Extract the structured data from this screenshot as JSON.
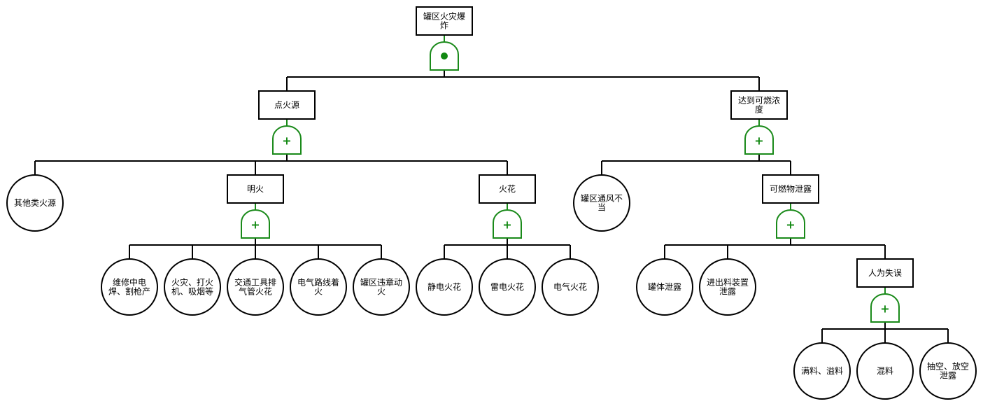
{
  "diagram": {
    "type": "fault-tree",
    "colors": {
      "gate": "#1a8a1a",
      "line": "#000000",
      "fill": "#ffffff"
    },
    "nodes": [
      {
        "id": "top",
        "kind": "intermediate",
        "lines": [
          "罐区火灾爆",
          "炸"
        ],
        "gate": "and",
        "parent": null
      },
      {
        "id": "ign",
        "kind": "intermediate",
        "lines": [
          "点火源"
        ],
        "gate": "or",
        "parent": "top"
      },
      {
        "id": "conc",
        "kind": "intermediate",
        "lines": [
          "达到可燃浓",
          "度"
        ],
        "gate": "or",
        "parent": "top"
      },
      {
        "id": "other",
        "kind": "basic",
        "lines": [
          "其他类火源"
        ],
        "parent": "ign"
      },
      {
        "id": "flame",
        "kind": "intermediate",
        "lines": [
          "明火"
        ],
        "gate": "or",
        "parent": "ign"
      },
      {
        "id": "spark",
        "kind": "intermediate",
        "lines": [
          "火花"
        ],
        "gate": "or",
        "parent": "ign"
      },
      {
        "id": "f1",
        "kind": "basic",
        "lines": [
          "维修中电",
          "焊、割枪产"
        ],
        "parent": "flame"
      },
      {
        "id": "f2",
        "kind": "basic",
        "lines": [
          "火灾、打火",
          "机、吸烟等"
        ],
        "parent": "flame"
      },
      {
        "id": "f3",
        "kind": "basic",
        "lines": [
          "交通工具排",
          "气管火花"
        ],
        "parent": "flame"
      },
      {
        "id": "f4",
        "kind": "basic",
        "lines": [
          "电气路线着",
          "火"
        ],
        "parent": "flame"
      },
      {
        "id": "f5",
        "kind": "basic",
        "lines": [
          "罐区违章动",
          "火"
        ],
        "parent": "flame"
      },
      {
        "id": "s1",
        "kind": "basic",
        "lines": [
          "静电火花"
        ],
        "parent": "spark"
      },
      {
        "id": "s2",
        "kind": "basic",
        "lines": [
          "雷电火花"
        ],
        "parent": "spark"
      },
      {
        "id": "s3",
        "kind": "basic",
        "lines": [
          "电气火花"
        ],
        "parent": "spark"
      },
      {
        "id": "vent",
        "kind": "basic",
        "lines": [
          "罐区通风不",
          "当"
        ],
        "parent": "conc"
      },
      {
        "id": "leak",
        "kind": "intermediate",
        "lines": [
          "可燃物泄露"
        ],
        "gate": "or",
        "parent": "conc"
      },
      {
        "id": "l1",
        "kind": "basic",
        "lines": [
          "罐体泄露"
        ],
        "parent": "leak"
      },
      {
        "id": "l2",
        "kind": "basic",
        "lines": [
          "进出料装置",
          "泄露"
        ],
        "parent": "leak"
      },
      {
        "id": "human",
        "kind": "intermediate",
        "lines": [
          "人为失误"
        ],
        "gate": "or",
        "parent": "leak"
      },
      {
        "id": "h1",
        "kind": "basic",
        "lines": [
          "满料、溢料"
        ],
        "parent": "human"
      },
      {
        "id": "h2",
        "kind": "basic",
        "lines": [
          "混料"
        ],
        "parent": "human"
      },
      {
        "id": "h3",
        "kind": "basic",
        "lines": [
          "抽空、放空",
          "泄露"
        ],
        "parent": "human"
      }
    ],
    "gate_symbols": {
      "and": "dot",
      "or": "+"
    }
  }
}
